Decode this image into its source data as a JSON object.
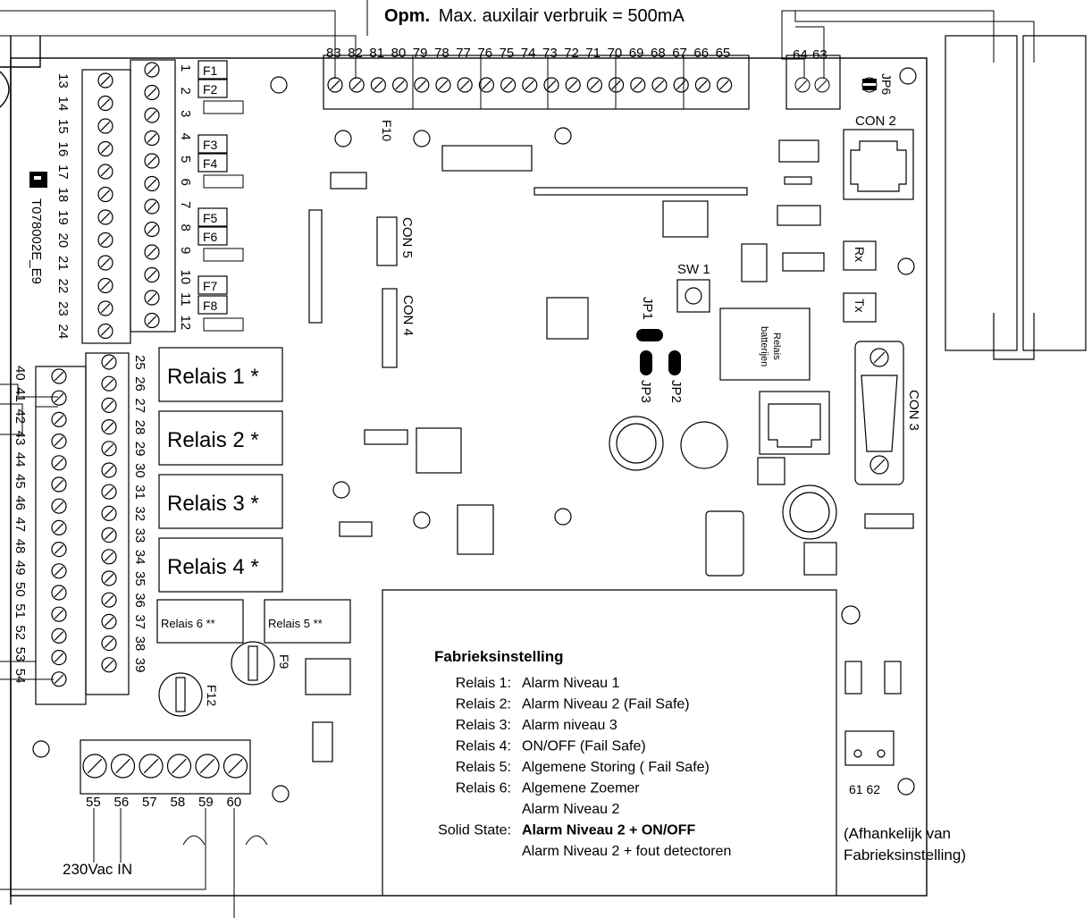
{
  "top_note": {
    "prefix": "Opm.",
    "text": "Max. auxilair verbruik = 500mA"
  },
  "top_terminals": [
    "83",
    "82",
    "81",
    "80",
    "79",
    "78",
    "77",
    "76",
    "75",
    "74",
    "73",
    "72",
    "71",
    "70",
    "69",
    "68",
    "67",
    "66",
    "65"
  ],
  "aux_terminals": [
    "64",
    "63"
  ],
  "left_inner_terminals": [
    "1",
    "2",
    "3",
    "4",
    "5",
    "6",
    "7",
    "8",
    "9",
    "10",
    "11",
    "12"
  ],
  "left_outer_terminals": [
    "13",
    "14",
    "15",
    "16",
    "17",
    "18",
    "19",
    "20",
    "21",
    "22",
    "23",
    "24"
  ],
  "mid_terminals": [
    "25",
    "26",
    "27",
    "28",
    "29",
    "30",
    "31",
    "32",
    "33",
    "34",
    "35",
    "36",
    "37",
    "38",
    "39"
  ],
  "far_left_terminals": [
    "40",
    "41",
    "42",
    "43",
    "44",
    "45",
    "46",
    "47",
    "48",
    "49",
    "50",
    "51",
    "52",
    "53",
    "54"
  ],
  "bottom_terminals": [
    "55",
    "56",
    "57",
    "58",
    "59",
    "60"
  ],
  "fuses": [
    "F1",
    "F2",
    "F3",
    "F4",
    "F5",
    "F6",
    "F7",
    "F8",
    "F9",
    "F10",
    "F12"
  ],
  "relays": [
    "Relais 1 *",
    "Relais 2 *",
    "Relais 3 *",
    "Relais 4 *"
  ],
  "small_relays": [
    "Relais 6 **",
    "Relais 5 **"
  ],
  "labels": {
    "doc_code": "T078002E_E9",
    "con2": "CON 2",
    "con3": "CON 3",
    "con4": "CON 4",
    "con5": "CON 5",
    "sw1": "SW 1",
    "jp1": "JP1",
    "jp2": "JP2",
    "jp3": "JP3",
    "jp6": "JP6",
    "rx": "Rx",
    "tx": "Tx",
    "relais_batterijen_1": "Relais",
    "relais_batterijen_2": "batterijen",
    "terminal_6162": "61 62",
    "power_in": "230Vac IN",
    "afh_1": "(Afhankelijk van",
    "afh_2": "Fabrieksinstelling)"
  },
  "factory": {
    "title": "Fabrieksinstelling",
    "rows": [
      {
        "k": "Relais 1:",
        "v": "Alarm Niveau 1"
      },
      {
        "k": "Relais 2:",
        "v": "Alarm Niveau 2 (Fail Safe)"
      },
      {
        "k": "Relais 3:",
        "v": "Alarm niveau 3"
      },
      {
        "k": "Relais 4:",
        "v": "ON/OFF (Fail Safe)"
      },
      {
        "k": "Relais 5:",
        "v": "Algemene Storing ( Fail Safe)"
      },
      {
        "k": "Relais 6:",
        "v": "Algemene Zoemer"
      },
      {
        "k": "",
        "v": "Alarm Niveau 2"
      },
      {
        "k": "Solid State:",
        "v": "Alarm Niveau 2 + ON/OFF"
      },
      {
        "k": "",
        "v": "Alarm Niveau 2 + fout detectoren"
      }
    ]
  }
}
